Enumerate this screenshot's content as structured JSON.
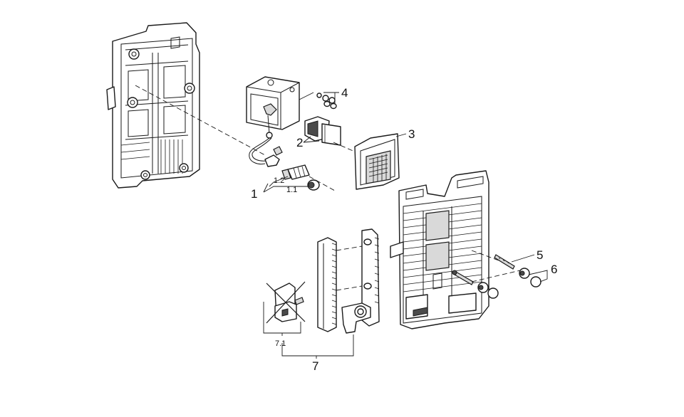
{
  "callouts": {
    "c1": "1",
    "c1_1": "1.1",
    "c1_2": "1.2",
    "c2": "2",
    "c3": "3",
    "c4": "4",
    "c5": "5",
    "c6": "6",
    "c7": "7",
    "c7_1": "7.1"
  }
}
